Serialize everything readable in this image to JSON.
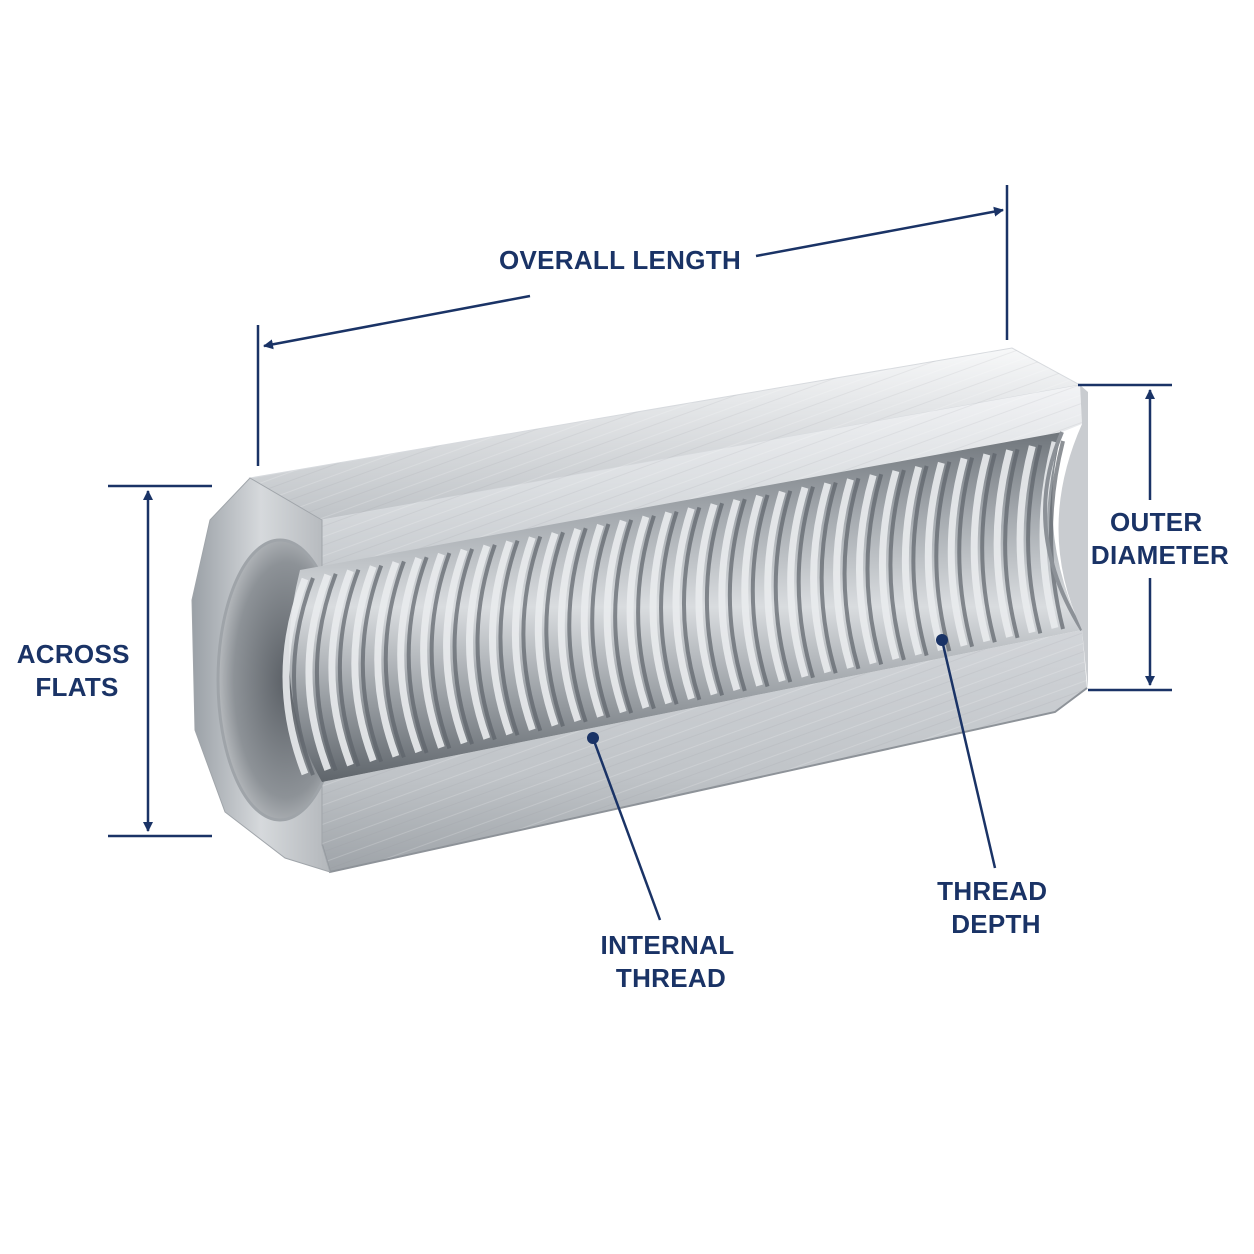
{
  "colors": {
    "annotation": "#1a3366",
    "metal_light": "#e4e6e9",
    "metal_mid": "#b9bdc2",
    "metal_dark": "#7d8288"
  },
  "labels": {
    "overall_length": "OVERALL LENGTH",
    "outer_diameter": [
      "OUTER",
      "DIAMETER"
    ],
    "across_flats": [
      "ACROSS",
      "FLATS"
    ],
    "internal_thread": [
      "INTERNAL",
      "THREAD"
    ],
    "thread_depth": [
      "THREAD",
      "DEPTH"
    ]
  }
}
